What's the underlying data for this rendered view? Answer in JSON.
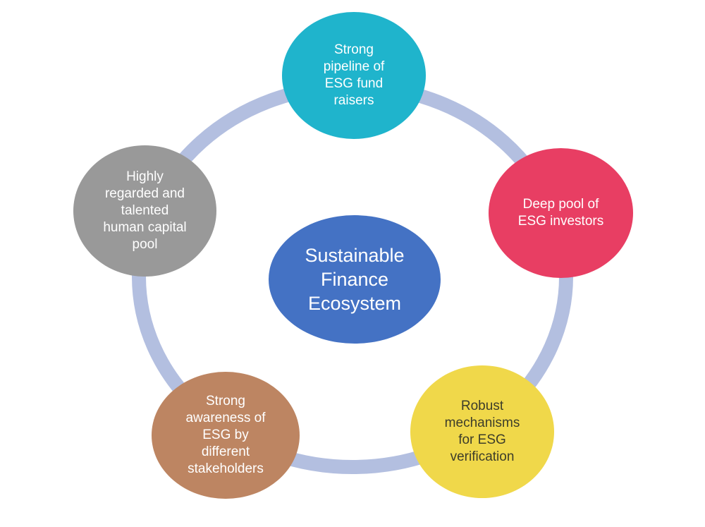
{
  "center": {
    "label": "Sustainable\nFinance\nEcosystem",
    "color": "#4472c4"
  },
  "ring_color": "#b3bfe0",
  "nodes": {
    "top": {
      "label": "Strong\npipeline of\nESG fund\nraisers",
      "color": "#1fb4cc"
    },
    "right": {
      "label": "Deep pool of\nESG investors",
      "color": "#e83e63"
    },
    "bottom_right": {
      "label": "Robust\nmechanisms\nfor ESG\nverification",
      "color": "#f0d84a"
    },
    "bottom_left": {
      "label": "Strong\nawareness of\nESG by\ndifferent\nstakeholders",
      "color": "#bd8562"
    },
    "left": {
      "label": "Highly\nregarded and\ntalented\nhuman capital\npool",
      "color": "#999999"
    }
  }
}
